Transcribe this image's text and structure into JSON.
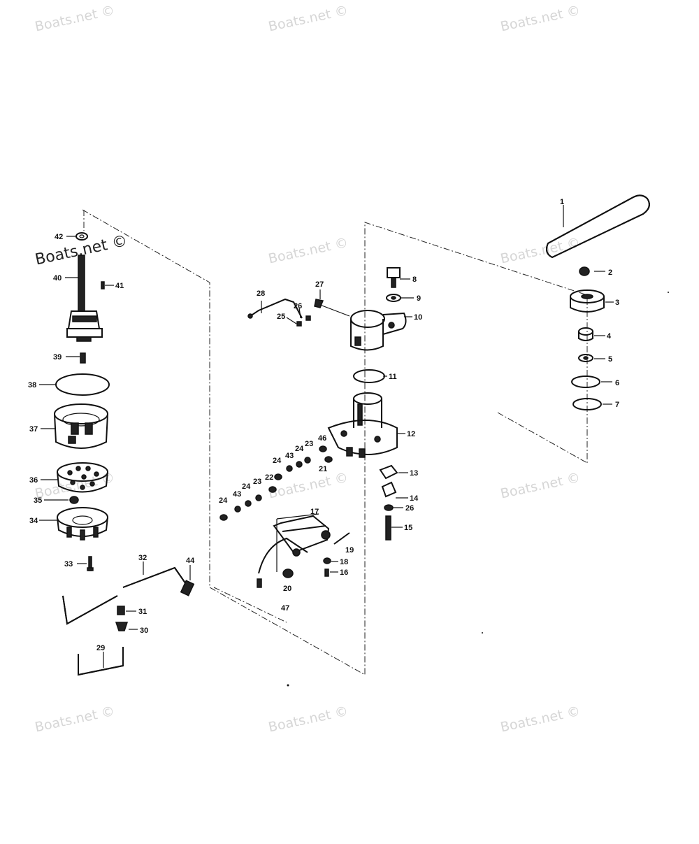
{
  "watermarks": [
    "Boats.net ©",
    "Boats.net ©",
    "Boats.net ©",
    "Boats.net ©",
    "Boats.net ©",
    "Boats.net ©",
    "Boats.net ©",
    "Boats.net ©",
    "Boats.net ©",
    "Boats.net ©",
    "Boats.net ©",
    "Boats.net ©"
  ],
  "callouts": {
    "p1": "1",
    "p2": "2",
    "p3": "3",
    "p4": "4",
    "p5": "5",
    "p6": "6",
    "p7": "7",
    "p8": "8",
    "p9": "9",
    "p10": "10",
    "p11": "11",
    "p12": "12",
    "p13": "13",
    "p14": "14",
    "p15": "15",
    "p16": "16",
    "p17": "17",
    "p18": "18",
    "p19": "19",
    "p20": "20",
    "p21": "21",
    "p22": "22",
    "p23a": "23",
    "p23b": "23",
    "p24a": "24",
    "p24b": "24",
    "p24c": "24",
    "p24d": "24",
    "p25": "25",
    "p26a": "26",
    "p26b": "26",
    "p27": "27",
    "p28": "28",
    "p29": "29",
    "p30": "30",
    "p31": "31",
    "p32": "32",
    "p33": "33",
    "p34": "34",
    "p35": "35",
    "p36": "36",
    "p37": "37",
    "p38": "38",
    "p39": "39",
    "p40": "40",
    "p41": "41",
    "p42": "42",
    "p43a": "43",
    "p43b": "43",
    "p44": "44",
    "p46": "46",
    "p47": "47"
  }
}
